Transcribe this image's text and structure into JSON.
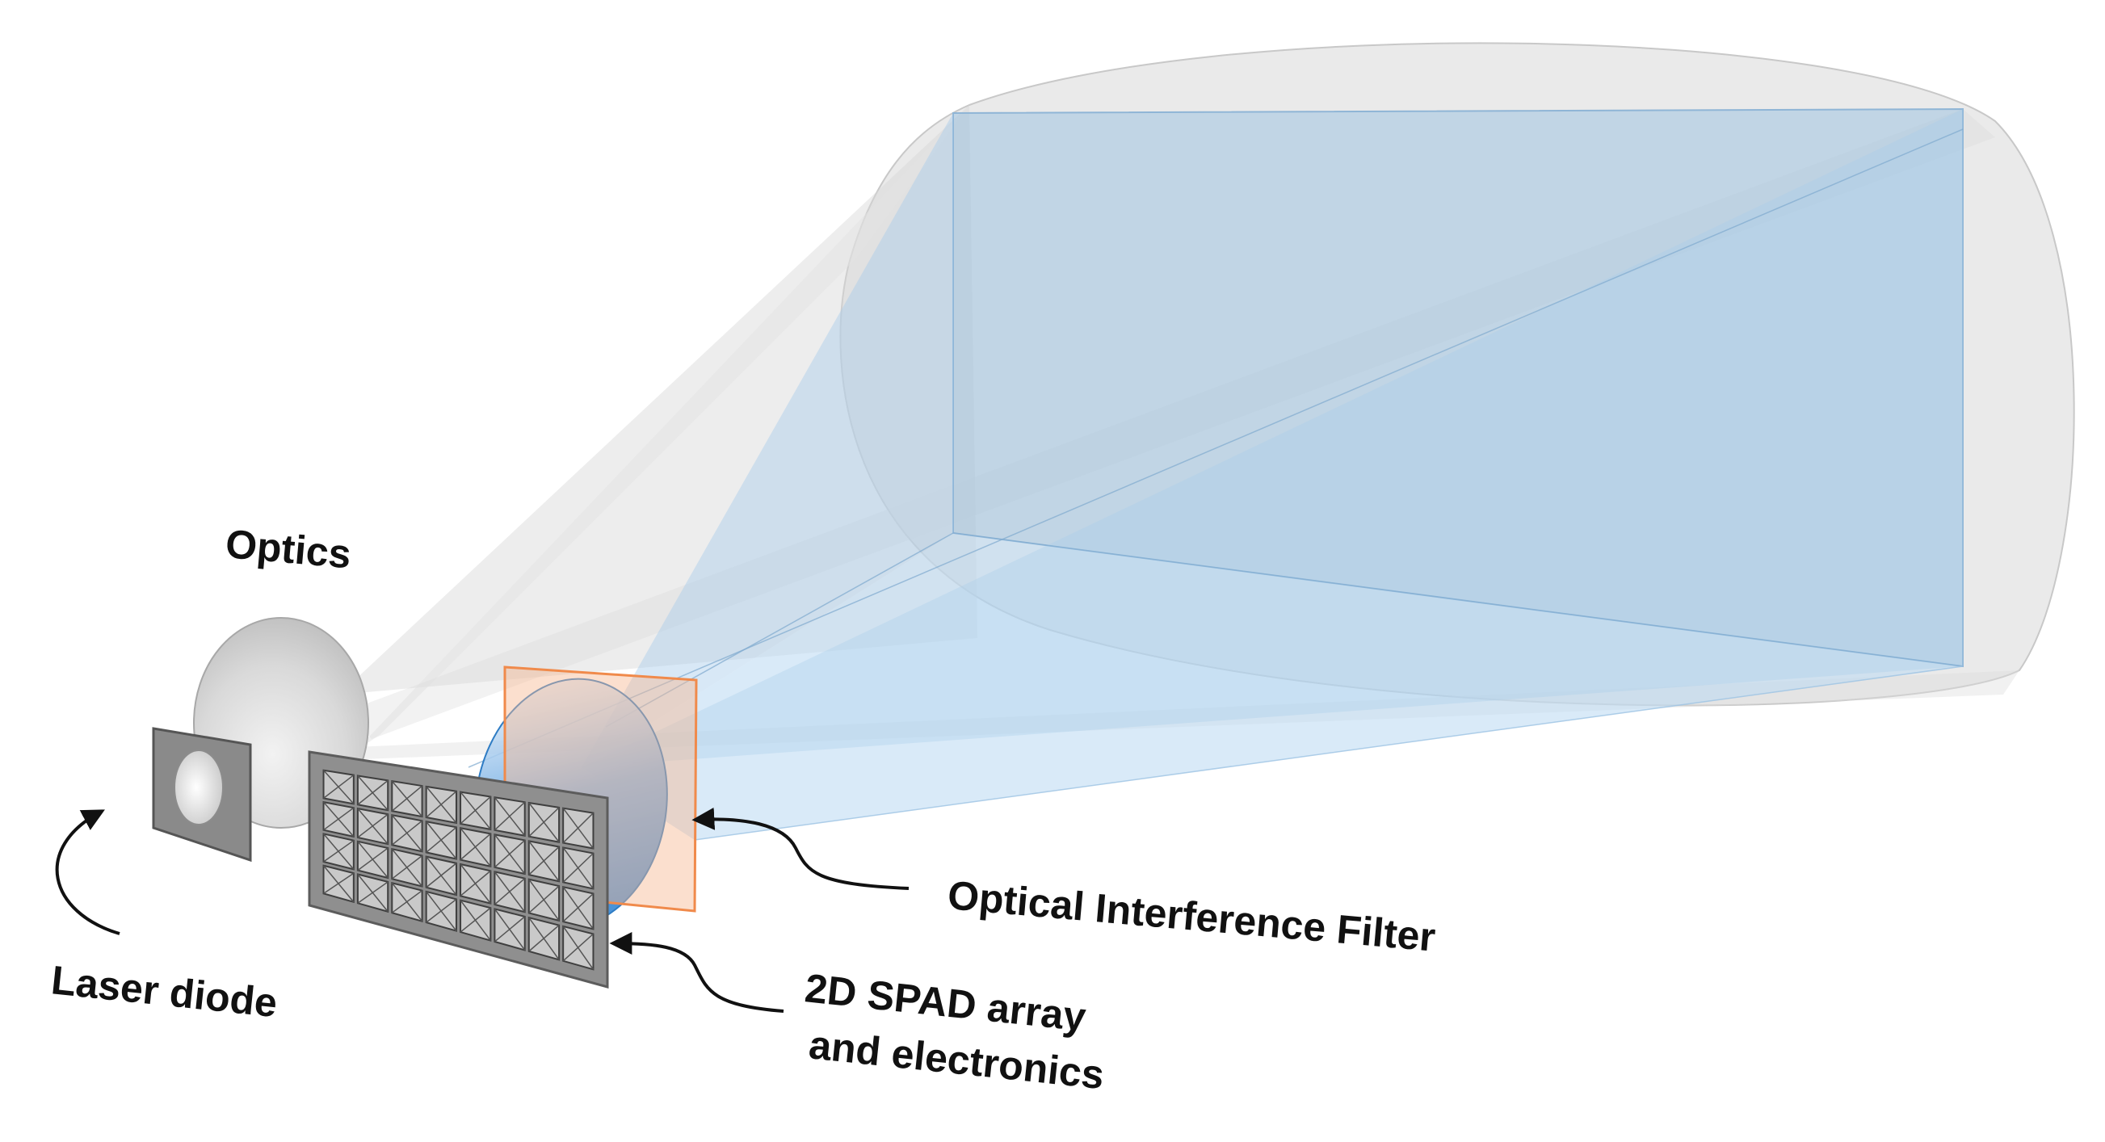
{
  "labels": {
    "optics": "Optics",
    "laser_diode": "Laser diode",
    "optical_interference_filter": "Optical Interference Filter",
    "spad_array_line1": "2D SPAD array",
    "spad_array_line2": "and electronics"
  },
  "spad_array": {
    "rows": 4,
    "columns": 8
  },
  "colors": {
    "illumination_cone": "#d6d6d6",
    "receiver_cone": "#a9cdeb",
    "target_plane": "#9fc2e0",
    "filter": "#f7b893",
    "filter_border": "#f08a4b",
    "lens": "#d3d3d3",
    "lens_receiver": "#4f9ad8",
    "chip_frame": "#8f8f8f",
    "pixel": "#c9c9c9",
    "arrow": "#111111"
  }
}
